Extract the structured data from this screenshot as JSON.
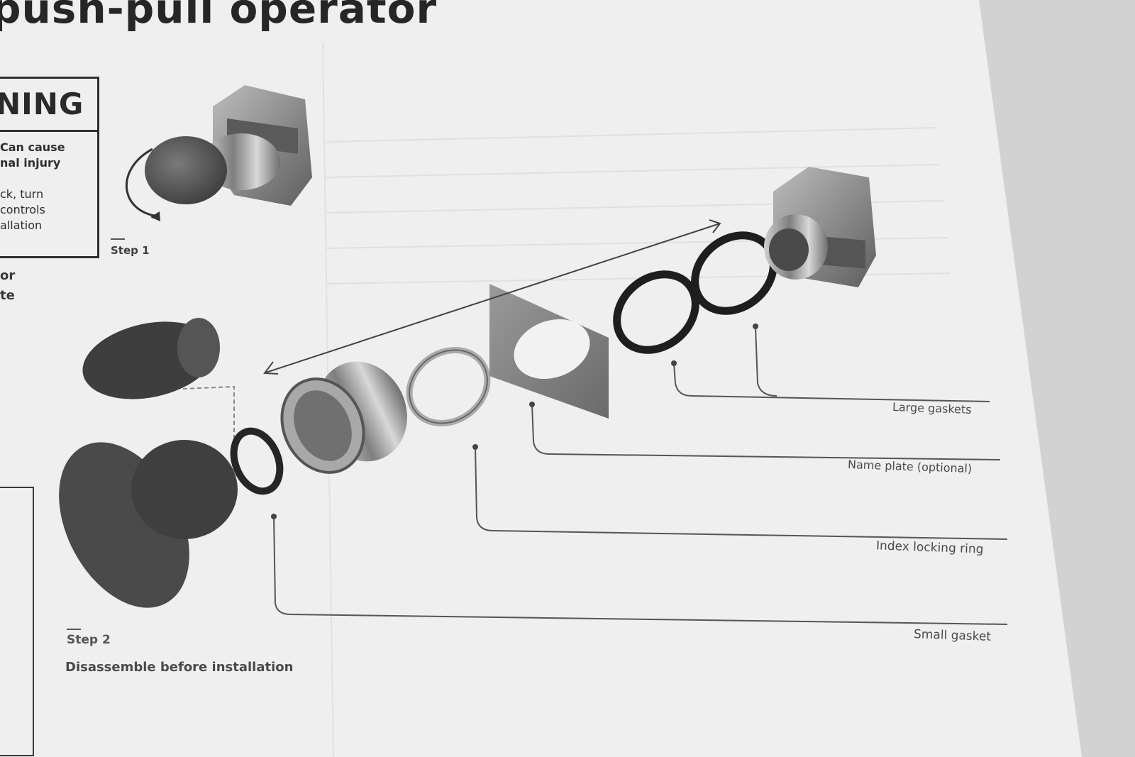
{
  "document": {
    "title": "push-pull operator",
    "warning": {
      "heading": "NING",
      "lines": [
        "Can cause",
        "nal injury",
        "ck, turn",
        "controls",
        "allation"
      ]
    },
    "side_fragments": [
      "or",
      "te"
    ],
    "steps": [
      {
        "label": "Step 1"
      },
      {
        "label": "Step 2",
        "caption": "Disassemble before installation"
      }
    ],
    "callouts": [
      "Large gaskets",
      "Name plate (optional)",
      "Index locking ring",
      "Small gasket"
    ]
  }
}
